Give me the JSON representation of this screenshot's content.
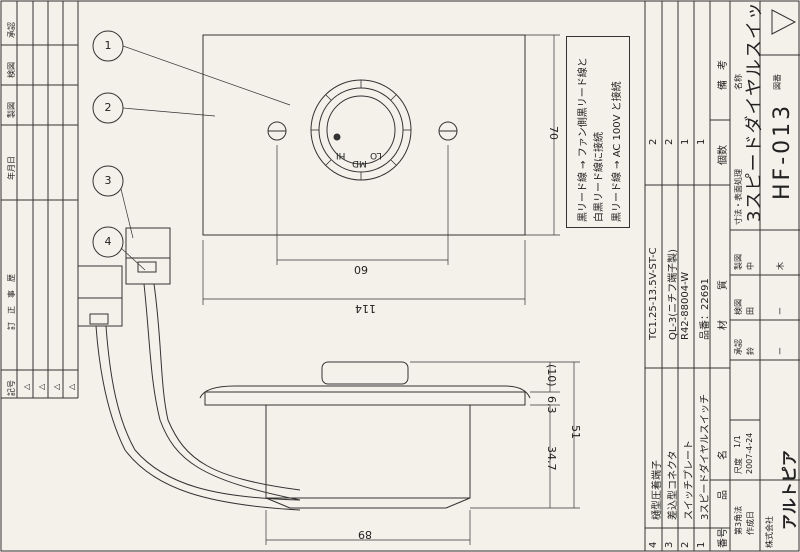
{
  "revision_table": {
    "headers": [
      "記号",
      "訂　正　事　歴",
      "年月日",
      "製図",
      "検図",
      "承認"
    ],
    "rows": [
      "△",
      "△",
      "△",
      "△"
    ]
  },
  "callouts": [
    "1",
    "2",
    "3",
    "4"
  ],
  "dial": {
    "lo": "LO",
    "md": "MD",
    "hi": "HI"
  },
  "dimensions": {
    "height_top": "70",
    "hole_pitch": "60",
    "width_top": "114",
    "flange": "6.3",
    "knob": "(10)",
    "height_side": "51",
    "body_height": "34.7",
    "width_side": "89"
  },
  "wiring_note": [
    "黒リード線 → ファン側黒リード線と",
    "白黒リード線に接続",
    "黒リード線 → AC 100V と接続"
  ],
  "parts_table": {
    "rows": [
      {
        "no": "4",
        "name": "樋型圧着端子",
        "material": "TC1.25-13.5V-ST-C",
        "qty": "2"
      },
      {
        "no": "3",
        "name": "差込型コネクタ",
        "material": "QL-3(ニチフ端子製)",
        "qty": "2"
      },
      {
        "no": "2",
        "name": "スイッチプレート",
        "material": "R42-88004-W",
        "qty": "1"
      },
      {
        "no": "1",
        "name": "3スピードダイヤルスイッチ",
        "material": "品番：22691",
        "qty": "1"
      }
    ],
    "header": {
      "no": "番号",
      "name": "品　　　名",
      "material": "材　　　質",
      "qty": "個数",
      "remarks": "備　考"
    }
  },
  "title_block": {
    "projection": "第3角法",
    "scale_label": "尺度",
    "scale": "1/1",
    "date_label": "作成日",
    "date": "2007-4-24",
    "dim_note": "寸法・表面処理",
    "title_name_label": "名称",
    "title": "3スピードダイヤルスイッチ",
    "drawing_no_label": "図番",
    "drawing_no": "HF-013",
    "approve_label": "承認",
    "check_label": "検図",
    "draw_label": "製図",
    "approver": "鈴",
    "checker": "田",
    "drafter": "中",
    "approver2": "ー",
    "checker2": "ー",
    "drafter2": "木",
    "company_prefix": "株式会社",
    "company": "アルトピア"
  }
}
